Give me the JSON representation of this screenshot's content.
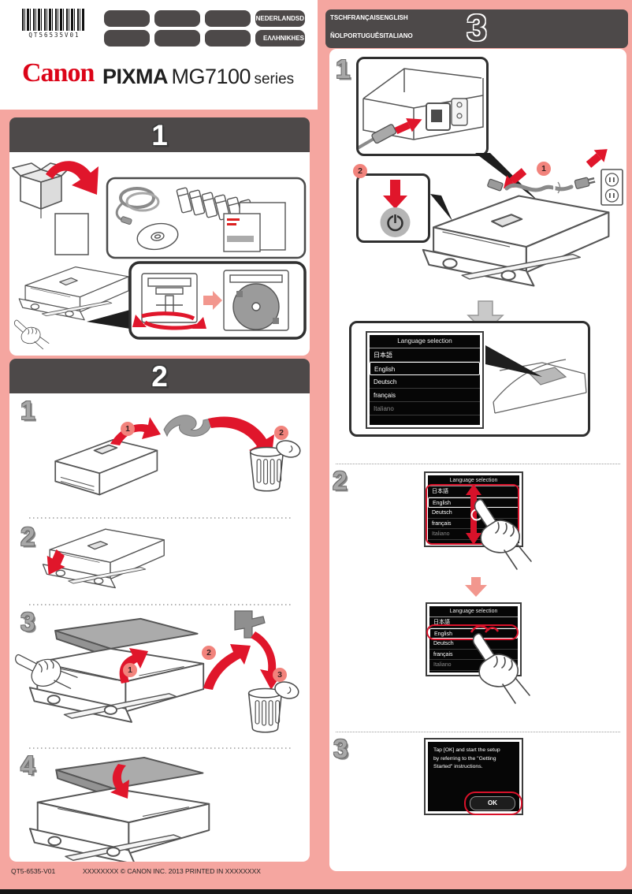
{
  "masthead": {
    "barcode_text": "QT56535V01",
    "brand": "Canon",
    "product": "PIXMA",
    "model": "MG7100",
    "series": "series",
    "tab_row1_text": "NEDERLANDSD",
    "tab_row2_text": "ΕΛΛΗΝΙΚΗES"
  },
  "header_bar": {
    "number": "3",
    "row1_text": "TSCHFRANÇAISENGLISH",
    "row2_text": "ÑOLPORTUGUÊSITALIANO"
  },
  "sections": {
    "one": {
      "number": "1"
    },
    "two": {
      "number": "2",
      "steps": [
        "1",
        "2",
        "3",
        "4"
      ]
    },
    "three": {
      "steps": [
        "1",
        "2",
        "3"
      ]
    }
  },
  "markers": {
    "m1": "1",
    "m2": "2",
    "m3": "3"
  },
  "lcd": {
    "title": "Language selection",
    "languages": [
      "日本語",
      "English",
      "Deutsch",
      "français",
      "Italiano"
    ],
    "message_lines": [
      "Tap [OK] and start the setup",
      "by referring to the \"Getting",
      "Started\" instructions."
    ],
    "ok_label": "OK"
  },
  "footer": {
    "code": "QT5-6535-V01",
    "copyright": "XXXXXXXX © CANON INC. 2013 PRINTED IN XXXXXXXX"
  }
}
